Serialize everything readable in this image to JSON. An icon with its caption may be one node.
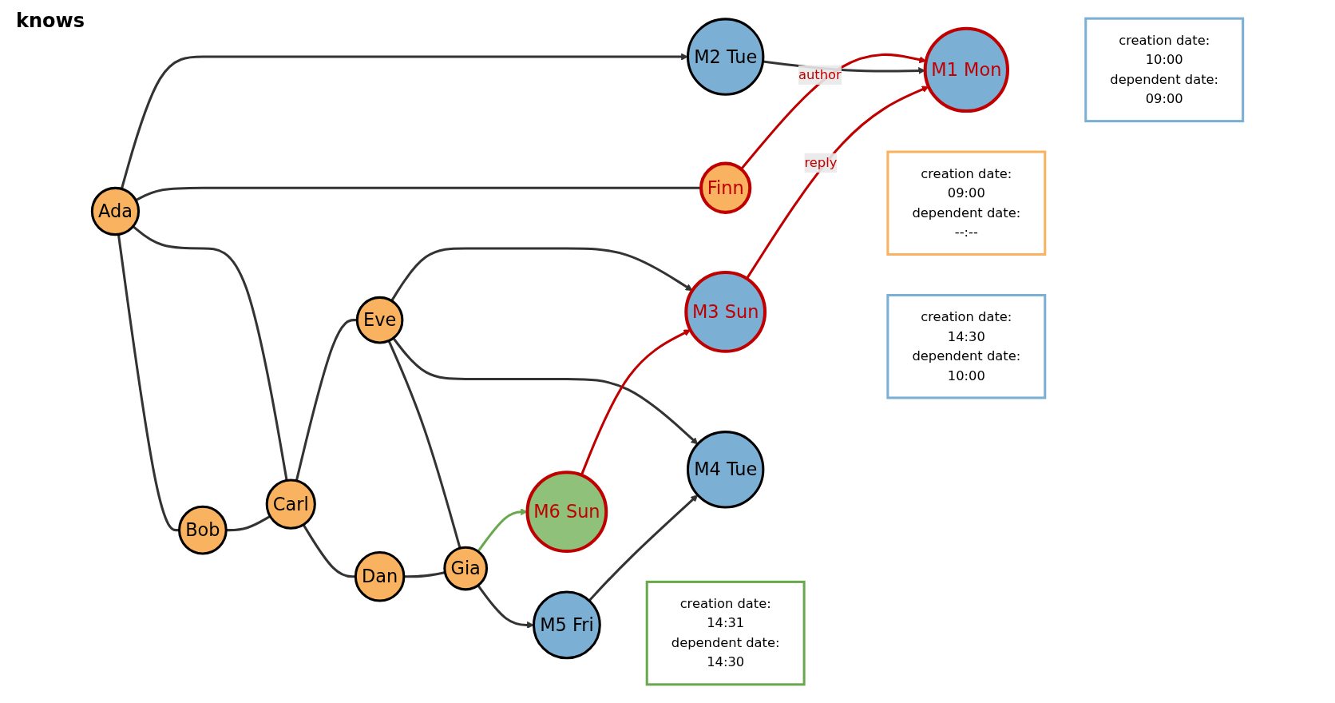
{
  "diagram": {
    "nodes": [
      {
        "text": [
          "Finn"
        ]
      },
      {
        "text": [
          "M1 Mon"
        ]
      },
      {
        "text": [
          "creation date:",
          "10:00",
          "dependent date:",
          "09:00"
        ]
      },
      {
        "text": [
          "Ada"
        ]
      },
      {
        "text": [
          "creation date:",
          "09:00",
          "dependent date:",
          "--:--"
        ]
      },
      {
        "text": [
          "M2 Tue"
        ]
      },
      {
        "text": [
          "M3 Sun"
        ]
      },
      {
        "text": [
          "creation date:",
          "14:30",
          "dependent date:",
          "10:00"
        ]
      },
      {
        "text": [
          "Bob"
        ]
      },
      {
        "text": [
          "Carl"
        ]
      },
      {
        "text": [
          "Eve"
        ]
      },
      {
        "text": [
          "M4 Tue"
        ]
      },
      {
        "text": [
          "M6 Sun"
        ]
      },
      {
        "text": [
          "creation date:",
          "14:31",
          "dependent date:",
          "14:30"
        ]
      },
      {
        "text": [
          "Dan"
        ]
      },
      {
        "text": [
          "Gia"
        ]
      },
      {
        "text": [
          "M5 Fri"
        ]
      }
    ],
    "edges": [
      {
        "from": 0,
        "to": 1,
        "arrow": "to",
        "label": "author",
        "color": "#c00000"
      },
      {
        "from": 3,
        "to": 0,
        "arrow": "none"
      },
      {
        "from": 3,
        "to": 8,
        "arrow": "none"
      },
      {
        "from": 3,
        "to": 9,
        "arrow": "none"
      },
      {
        "from": 3,
        "to": 5,
        "arrow": "to"
      },
      {
        "from": 5,
        "to": 1,
        "arrow": "to"
      },
      {
        "from": 6,
        "to": 1,
        "arrow": "to",
        "label": "reply",
        "color": "#c00000"
      },
      {
        "from": 8,
        "to": 9,
        "arrow": "none"
      },
      {
        "from": 9,
        "to": 10,
        "arrow": "none"
      },
      {
        "from": 9,
        "to": 14,
        "arrow": "none"
      },
      {
        "from": 10,
        "to": 6,
        "arrow": "to"
      },
      {
        "from": 10,
        "to": 11,
        "arrow": "to"
      },
      {
        "from": 10,
        "to": 15,
        "arrow": "none"
      },
      {
        "from": 14,
        "to": 15,
        "arrow": "none"
      },
      {
        "from": 15,
        "to": 16,
        "arrow": "to"
      },
      {
        "from": 16,
        "to": 11,
        "arrow": "to"
      },
      {
        "from": 15,
        "to": 12,
        "arrow": "to",
        "color": "#6aa84f"
      },
      {
        "from": 12,
        "to": 6,
        "arrow": "to",
        "color": "#c00000"
      }
    ],
    "labels": [
      "knows"
    ]
  }
}
